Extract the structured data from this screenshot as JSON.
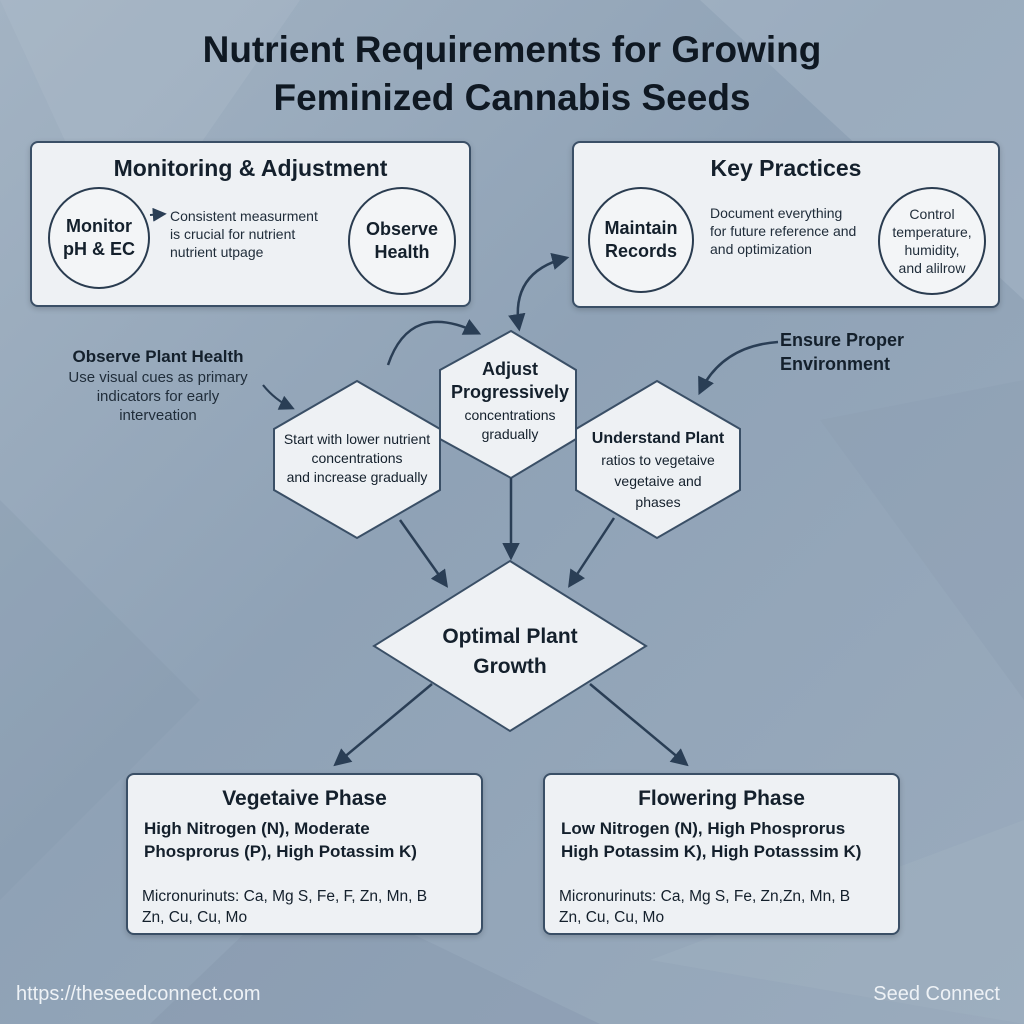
{
  "title": {
    "line1": "Nutrient Requirements for Growing",
    "line2": "Feminized Cannabis Seeds"
  },
  "monitoring": {
    "title": "Monitoring & Adjustment",
    "circle_left": [
      "Monitor",
      "pH & EC"
    ],
    "note": [
      "Consistent measurment",
      "is crucial for nutrient",
      "nutrient utpage"
    ],
    "circle_right": [
      "Observe",
      "Health"
    ]
  },
  "practices": {
    "title": "Key Practices",
    "circle_left": [
      "Maintain",
      "Records"
    ],
    "note": [
      "Document everything",
      "for future reference and",
      "and optimization"
    ],
    "circle_right": [
      "Control",
      "temperature,",
      "humidity,",
      "and alilrow"
    ]
  },
  "observe_plant_health": {
    "title": "Observe Plant Health",
    "text": [
      "Use visual cues as primary",
      "indicators for early",
      "interveation"
    ]
  },
  "ensure_environment": {
    "title": [
      "Ensure Proper",
      "Environment"
    ]
  },
  "hex_left": {
    "text": [
      "Start with lower nutrient",
      "concentrations",
      "and increase gradually"
    ]
  },
  "hex_center": {
    "title": [
      "Adjust",
      "Progressively"
    ],
    "text": [
      "concentrations",
      "gradually"
    ]
  },
  "hex_right": {
    "title": "Understand Plant",
    "text": [
      "ratios to vegetaive",
      "vegetaive and",
      "phases"
    ]
  },
  "diamond": {
    "text": [
      "Optimal Plant",
      "Growth"
    ]
  },
  "vegetative": {
    "title": "Vegetaive Phase",
    "macro": [
      "High Nitrogen (N), Moderate",
      "Phosprorus (P), High Potassim K)"
    ],
    "micro": [
      "Micronurinuts: Ca, Mg S, Fe, F, Zn, Mn, B",
      "Zn, Cu, Cu, Mo"
    ]
  },
  "flowering": {
    "title": "Flowering Phase",
    "macro": [
      "Low Nitrogen (N), High Phosprorus",
      "High Potassim K), High Potasssim K)"
    ],
    "micro": [
      "Micronurinuts: Ca, Mg S, Fe, Zn,Zn, Mn, B",
      "Zn, Cu, Cu, Mo"
    ]
  },
  "footer": {
    "url": "https://theseedconnect.com",
    "brand": "Seed Connect"
  },
  "colors": {
    "background": "#98aabd",
    "panel": "#eef1f4",
    "outline": "#3a4f66",
    "arrow": "#2a3e55"
  }
}
